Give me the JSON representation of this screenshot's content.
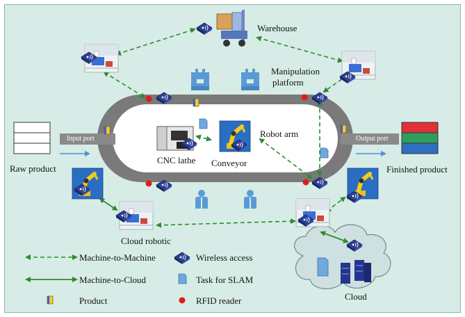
{
  "labels": {
    "warehouse": "Warehouse",
    "manipulation_platform_line1": "Manipulation",
    "manipulation_platform_line2": "platform",
    "robot_arm": "Robot arm",
    "cnc_lathe": "CNC lathe",
    "conveyor": "Conveyor",
    "input_port": "Input port",
    "output_port": "Output port",
    "raw_product": "Raw product",
    "finished_product": "Finished product",
    "cloud_robotic": "Cloud robotic",
    "cloud": "Cloud"
  },
  "legend": {
    "machine_to_machine": "Machine-to-Machine",
    "machine_to_cloud": "Machine-to-Cloud",
    "product": "Product",
    "wireless_access": "Wireless access",
    "task_for_slam": "Task for SLAM",
    "rfid_reader": "RFID reader"
  },
  "colors": {
    "background": "#d7ece6",
    "track": "#7a7a7a",
    "link_arrow": "#2e8b2e",
    "rfid_dot": "#e01b1b",
    "wireless_node": "#2d3f8f",
    "slam_task": "#6fa8dc",
    "cloud_fill": "#cfe0e0",
    "cloud_server": "#23358f",
    "human": "#5b9bd5",
    "finished_red": "#e0303a",
    "finished_green": "#2e9e5b",
    "finished_blue": "#2f6fc0",
    "raw_product": "#ffffff"
  },
  "icons": {
    "wireless": "wireless-access-icon",
    "task": "task-for-slam-icon",
    "product": "product-icon",
    "rfid": "rfid-reader-icon",
    "robot": "mobile-robot-icon",
    "human": "human-worker-icon",
    "server": "cloud-server-icon"
  }
}
